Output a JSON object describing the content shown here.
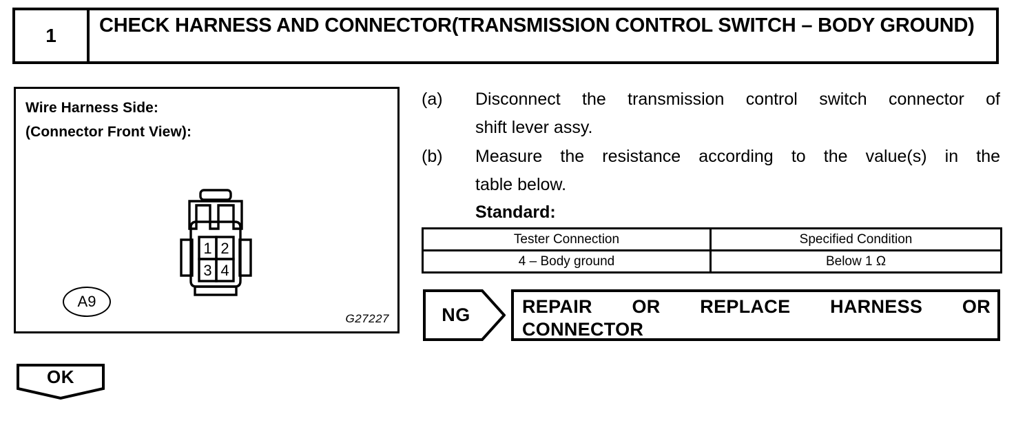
{
  "step": {
    "number": "1",
    "title": "CHECK HARNESS AND CONNECTOR(TRANSMISSION CONTROL SWITCH – BODY GROUND)"
  },
  "diagram": {
    "caption_line_1": "Wire Harness Side:",
    "caption_line_2": "(Connector Front View):",
    "connector_id": "A9",
    "reference_code": "G27227",
    "connector": {
      "pins": [
        "1",
        "2",
        "3",
        "4"
      ],
      "pin_count": 4,
      "rows": 2,
      "columns": 2
    }
  },
  "instructions": [
    {
      "marker": "(a)",
      "line_1": "Disconnect the transmission control switch connector of",
      "line_2": "shift lever assy."
    },
    {
      "marker": "(b)",
      "line_1": "Measure the resistance according to the value(s) in the",
      "line_2": "table below."
    }
  ],
  "standard_label": "Standard:",
  "spec_table": {
    "headers": [
      "Tester Connection",
      "Specified Condition"
    ],
    "rows": [
      [
        "4 – Body ground",
        "Below 1 Ω"
      ]
    ]
  },
  "results": {
    "ng": {
      "marker": "NG",
      "action_line_1": "REPAIR   OR   REPLACE   HARNESS   OR",
      "action_line_2": "CONNECTOR"
    },
    "ok": {
      "marker": "OK"
    }
  }
}
